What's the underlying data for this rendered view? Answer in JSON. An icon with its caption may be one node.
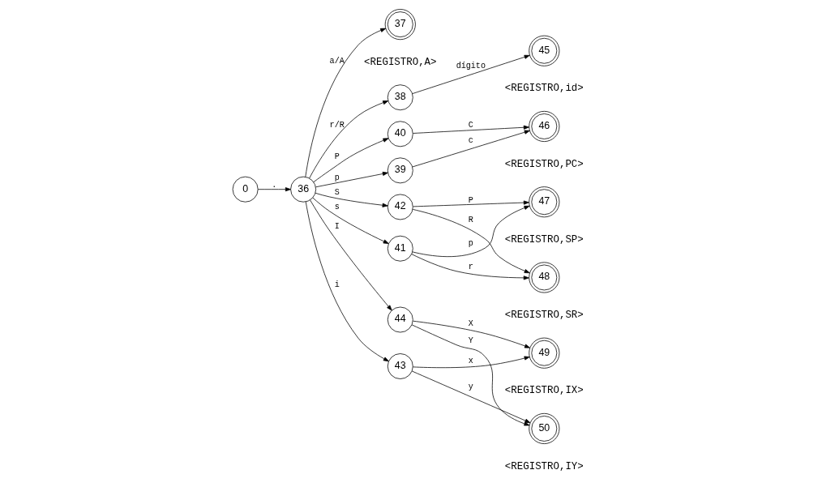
{
  "diagram": {
    "nodes": [
      {
        "text": [
          "0"
        ]
      },
      {
        "text": [
          "36"
        ]
      },
      {
        "text": [
          "37"
        ],
        "beside": [
          "<REGISTRO,A>"
        ]
      },
      {
        "text": [
          "38"
        ]
      },
      {
        "text": [
          "39"
        ]
      },
      {
        "text": [
          "40"
        ]
      },
      {
        "text": [
          "41"
        ]
      },
      {
        "text": [
          "42"
        ]
      },
      {
        "text": [
          "43"
        ]
      },
      {
        "text": [
          "44"
        ]
      },
      {
        "text": [
          "45"
        ],
        "beside": [
          "<REGISTRO,id>"
        ]
      },
      {
        "text": [
          "46"
        ],
        "beside": [
          "<REGISTRO,PC>"
        ]
      },
      {
        "text": [
          "47"
        ],
        "beside": [
          "<REGISTRO,SP>"
        ]
      },
      {
        "text": [
          "48"
        ],
        "beside": [
          "<REGISTRO,SR>"
        ]
      },
      {
        "text": [
          "49"
        ],
        "beside": [
          "<REGISTRO,IX>"
        ]
      },
      {
        "text": [
          "50"
        ],
        "beside": [
          "<REGISTRO,IY>"
        ]
      }
    ],
    "edges": [
      {
        "from": 0,
        "to": 1,
        "arrow": "to",
        "label": "."
      },
      {
        "from": 1,
        "to": 3,
        "arrow": "to",
        "label": "r/R"
      },
      {
        "from": 1,
        "to": 4,
        "arrow": "to",
        "label": "p"
      },
      {
        "from": 1,
        "to": 5,
        "arrow": "to",
        "label": "P"
      },
      {
        "from": 1,
        "to": 6,
        "arrow": "to",
        "label": "s"
      },
      {
        "from": 1,
        "to": 7,
        "arrow": "to",
        "label": "S"
      },
      {
        "from": 1,
        "to": 8,
        "arrow": "to",
        "label": "i"
      },
      {
        "from": 1,
        "to": 9,
        "arrow": "to",
        "label": "I"
      },
      {
        "from": 1,
        "to": 2,
        "arrow": "to",
        "label": "a/A"
      },
      {
        "from": 3,
        "to": 10,
        "arrow": "to",
        "label": "dígito"
      },
      {
        "from": 4,
        "to": 11,
        "arrow": "to",
        "label": "c"
      },
      {
        "from": 5,
        "to": 11,
        "arrow": "to",
        "label": "C"
      },
      {
        "from": 6,
        "to": 12,
        "arrow": "to",
        "label": "p"
      },
      {
        "from": 6,
        "to": 13,
        "arrow": "to",
        "label": "r"
      },
      {
        "from": 7,
        "to": 12,
        "arrow": "to",
        "label": "P"
      },
      {
        "from": 7,
        "to": 13,
        "arrow": "to",
        "label": "R"
      },
      {
        "from": 8,
        "to": 14,
        "arrow": "to",
        "label": "x"
      },
      {
        "from": 8,
        "to": 15,
        "arrow": "to",
        "label": "y"
      },
      {
        "from": 9,
        "to": 14,
        "arrow": "to",
        "label": "X"
      },
      {
        "from": 9,
        "to": 15,
        "arrow": "to",
        "label": "Y"
      }
    ]
  }
}
